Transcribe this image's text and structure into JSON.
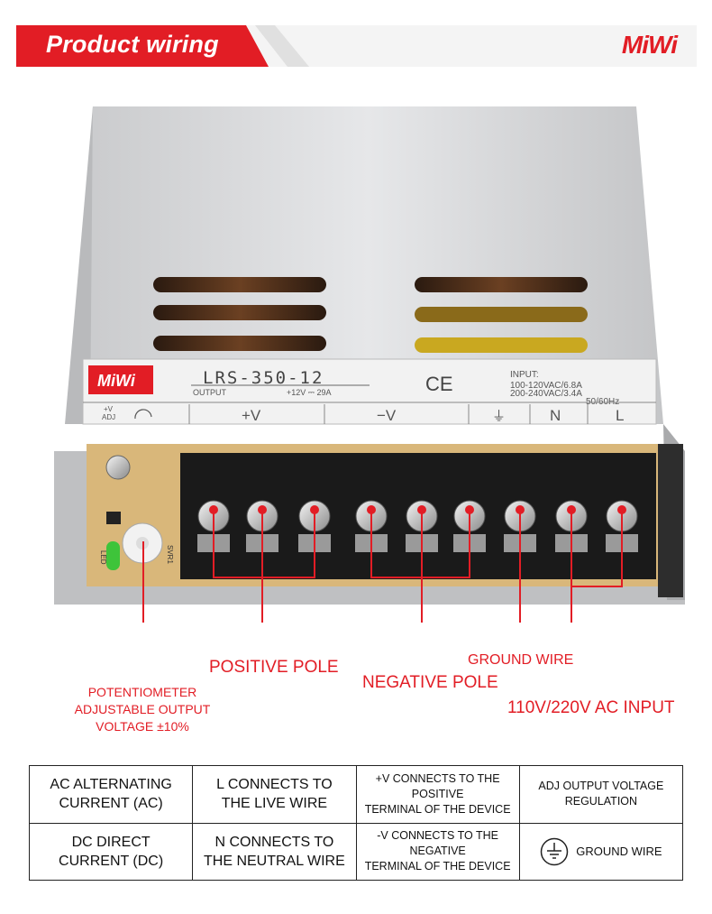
{
  "header": {
    "title": "Product wiring",
    "brand": "MiWi"
  },
  "device": {
    "logo": "MiWi",
    "model": "LRS-350-12",
    "output_label": "OUTPUT",
    "output_value": "+12V ⎓ 29A",
    "ce_mark": "CE",
    "input_label": "INPUT:",
    "input_line1": "100-120VAC/6.8A",
    "input_line2": "200-240VAC/3.4A",
    "input_freq": "50/60Hz",
    "adj_top": "+V",
    "adj_bottom": "ADJ",
    "terminal_labels": [
      "+V",
      "−V",
      "⏚",
      "N",
      "L"
    ],
    "led_label": "LED",
    "svr_label": "SVR1"
  },
  "callouts": {
    "potentiometer": [
      "POTENTIOMETER",
      "ADJUSTABLE OUTPUT",
      "VOLTAGE ±10%"
    ],
    "positive": "POSITIVE POLE",
    "negative": "NEGATIVE POLE",
    "ground": "GROUND WIRE",
    "ac_input": "110V/220V AC INPUT"
  },
  "legend": {
    "r1c1": [
      "AC ALTERNATING",
      "CURRENT (AC)"
    ],
    "r1c2": [
      "L CONNECTS TO",
      "THE LIVE WIRE"
    ],
    "r1c3": [
      "+V CONNECTS TO THE POSITIVE",
      "TERMINAL OF THE DEVICE"
    ],
    "r1c4": [
      "ADJ  OUTPUT VOLTAGE",
      "REGULATION"
    ],
    "r2c1": [
      "DC DIRECT",
      "CURRENT (DC)"
    ],
    "r2c2": [
      "N CONNECTS TO",
      "THE NEUTRAL WIRE"
    ],
    "r2c3": [
      "-V CONNECTS TO THE NEGATIVE",
      "TERMINAL OF THE DEVICE"
    ],
    "r2c4": "GROUND WIRE"
  },
  "colors": {
    "accent": "#e21d25",
    "case": "#d9dadc",
    "terminal": "#1a1a1a"
  }
}
